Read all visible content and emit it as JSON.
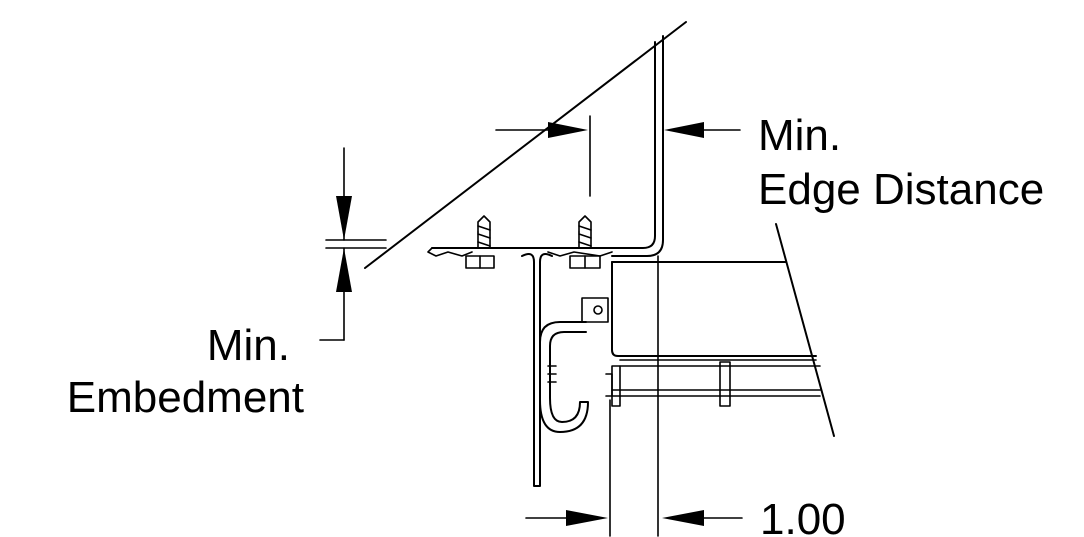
{
  "labels": {
    "min_edge_distance_line1": "Min.",
    "min_edge_distance_line2": "Edge Distance",
    "min_embedment_line1": "Min.",
    "min_embedment_line2": "Embedment",
    "dimension_value": "1.00"
  },
  "colors": {
    "ink": "#000000",
    "background": "#ffffff"
  }
}
